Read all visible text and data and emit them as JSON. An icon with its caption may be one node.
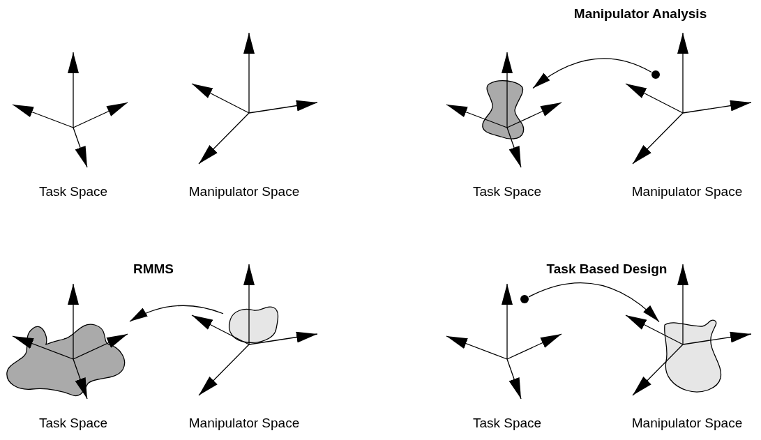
{
  "diagram": {
    "nodes": [
      {
        "text": [],
        "shape": "blob"
      },
      {
        "text": [],
        "shape": "circle"
      },
      {
        "text": [],
        "shape": "blob"
      },
      {
        "text": [],
        "shape": "blob"
      },
      {
        "text": [],
        "shape": "circle"
      },
      {
        "text": [],
        "shape": "blob"
      }
    ],
    "edges": [
      {
        "from": 1,
        "to": 0,
        "arrow": "to"
      },
      {
        "from": 3,
        "to": 2,
        "arrow": "to"
      },
      {
        "from": 4,
        "to": 5,
        "arrow": "to"
      }
    ],
    "labels": [
      "Manipulator Analysis",
      "Task Space",
      "Manipulator Space",
      "Task Space",
      "Manipulator Space",
      "RMMS",
      "Task Based Design",
      "Task Space",
      "Manipulator Space",
      "Task Space",
      "Manipulator Space"
    ]
  }
}
